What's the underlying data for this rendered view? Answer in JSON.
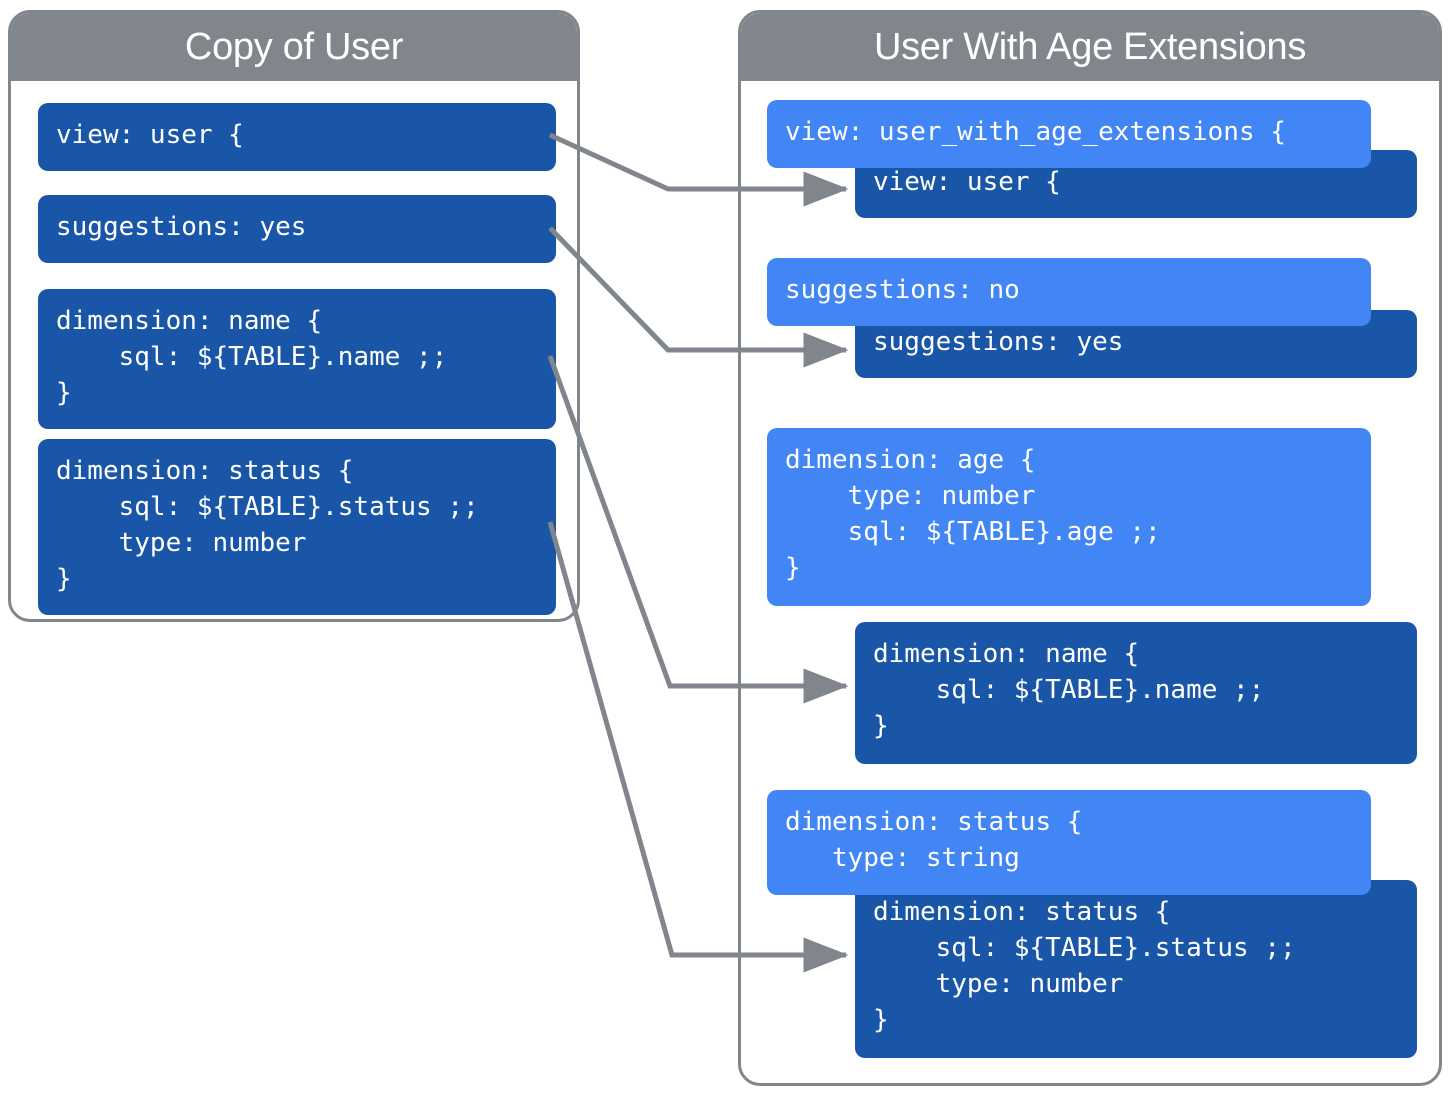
{
  "colors": {
    "header_gray": "#80868b",
    "dark_blue": "#1a56a8",
    "light_blue": "#4285f4",
    "connector_gray": "#80868b",
    "page_background": "#ffffff",
    "text_on_block": "#ffffff"
  },
  "left_panel": {
    "title": "Copy of User",
    "blocks": [
      {
        "id": "left-view",
        "style": "dark",
        "text": "view: user {"
      },
      {
        "id": "left-suggestions",
        "style": "dark",
        "text": "suggestions: yes"
      },
      {
        "id": "left-dim-name",
        "style": "dark",
        "text": "dimension: name {\n    sql: ${TABLE}.name ;;\n}"
      },
      {
        "id": "left-dim-status",
        "style": "dark",
        "text": "dimension: status {\n    sql: ${TABLE}.status ;;\n    type: number\n}"
      }
    ]
  },
  "right_panel": {
    "title": "User With Age Extensions",
    "blocks": [
      {
        "id": "right-view-extension",
        "style": "light",
        "text": "view: user_with_age_extensions {"
      },
      {
        "id": "right-view-inherited",
        "style": "dark",
        "text": "view: user {"
      },
      {
        "id": "right-suggestions-over",
        "style": "light",
        "text": "suggestions: no"
      },
      {
        "id": "right-suggestions-inherited",
        "style": "dark",
        "text": "suggestions: yes"
      },
      {
        "id": "right-dim-age",
        "style": "light",
        "text": "dimension: age {\n    type: number\n    sql: ${TABLE}.age ;;\n}"
      },
      {
        "id": "right-dim-name-inherited",
        "style": "dark",
        "text": "dimension: name {\n    sql: ${TABLE}.name ;;\n}"
      },
      {
        "id": "right-dim-status-over",
        "style": "light",
        "text": "dimension: status {\n   type: string"
      },
      {
        "id": "right-dim-status-inherited",
        "style": "dark",
        "text": "dimension: status {\n    sql: ${TABLE}.status ;;\n    type: number\n}"
      }
    ]
  },
  "connectors": [
    {
      "id": "arrow-view",
      "from": "left-view",
      "to": "right-view-inherited"
    },
    {
      "id": "arrow-suggestions",
      "from": "left-suggestions",
      "to": "right-suggestions-inherited"
    },
    {
      "id": "arrow-dim-name",
      "from": "left-dim-name",
      "to": "right-dim-name-inherited"
    },
    {
      "id": "arrow-dim-status",
      "from": "left-dim-status",
      "to": "right-dim-status-inherited"
    }
  ]
}
